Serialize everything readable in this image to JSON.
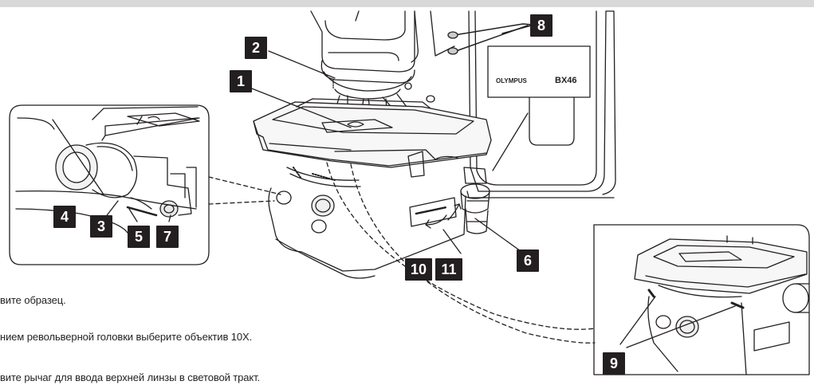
{
  "callouts": {
    "c1": "1",
    "c2": "2",
    "c3": "3",
    "c4": "4",
    "c5": "5",
    "c6": "6",
    "c7": "7",
    "c8": "8",
    "c9": "9",
    "c10": "10",
    "c11": "11"
  },
  "microscope": {
    "brand": "OLYMPUS",
    "model": "BX46"
  },
  "instructions": [
    "вите образец.",
    "нием револьверной головки выберите объектив 10X.",
    "вите рычаг для ввода верхней линзы в световой тракт."
  ],
  "colors": {
    "callout_bg": "#231f20",
    "callout_text": "#ffffff",
    "line": "#231f20",
    "top_bar": "#d9d9d9"
  }
}
